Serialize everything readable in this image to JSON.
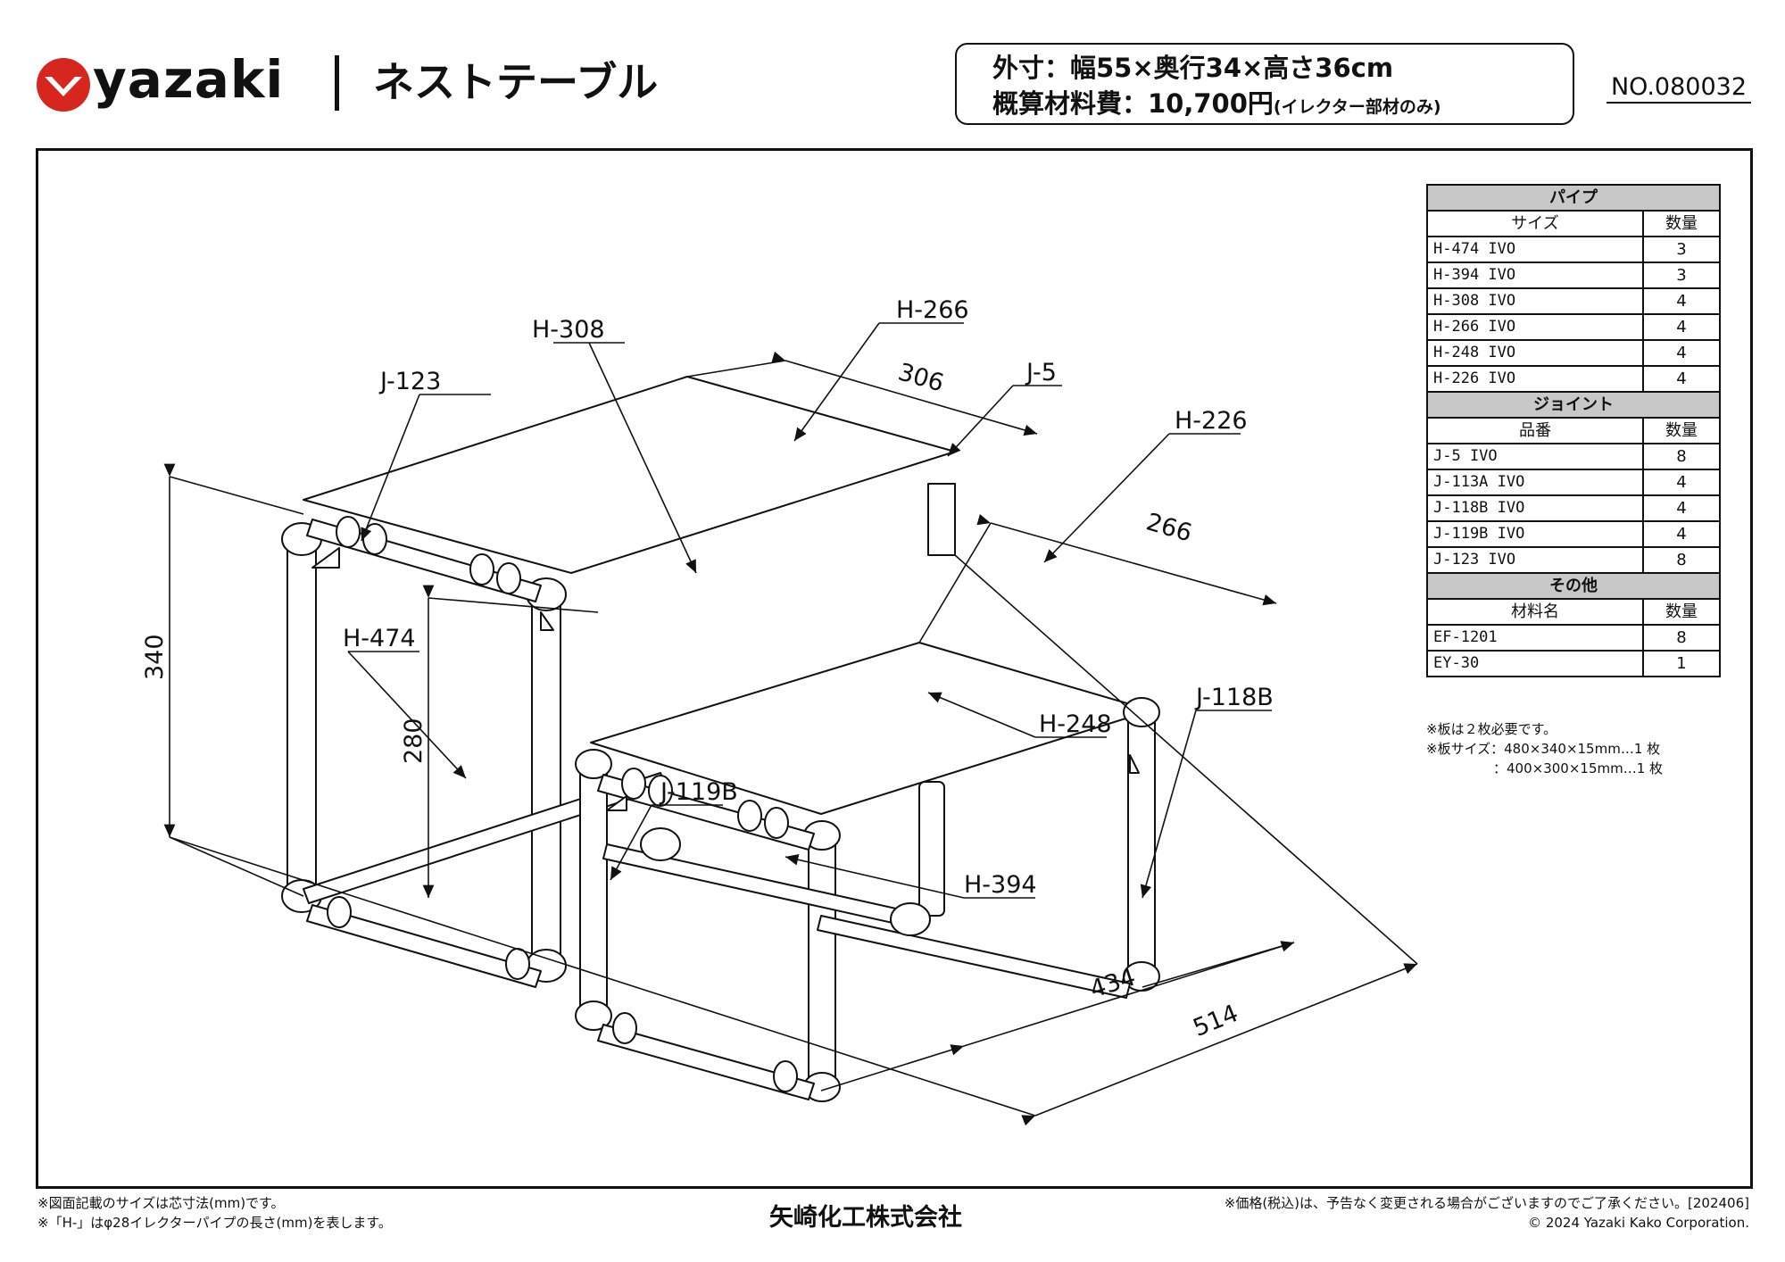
{
  "brand": {
    "logo_text": "yazaki",
    "color": "#d7261e"
  },
  "product": {
    "title": "ネストテーブル"
  },
  "spec": {
    "dimensions": "外寸：幅55×奥行34×高さ36cm",
    "price_label": "概算材料費：10,700円",
    "price_note": "(イレクター部材のみ)"
  },
  "doc_number": "NO.080032",
  "drawing": {
    "labels": {
      "j123": "J-123",
      "h308": "H-308",
      "h266": "H-266",
      "j5": "J-5",
      "h226": "H-226",
      "h474": "H-474",
      "h248": "H-248",
      "j118b": "J-118B",
      "j119b": "J-119B",
      "h394": "H-394"
    },
    "dims": {
      "w306": "306",
      "w266": "266",
      "h340": "340",
      "h280": "280",
      "d434": "434",
      "d514": "514"
    }
  },
  "parts_table": {
    "pipe_title": "パイプ",
    "pipe_headers": [
      "サイズ",
      "数量"
    ],
    "pipes": [
      {
        "name": "H-474 IVO",
        "qty": "3"
      },
      {
        "name": "H-394 IVO",
        "qty": "3"
      },
      {
        "name": "H-308 IVO",
        "qty": "4"
      },
      {
        "name": "H-266 IVO",
        "qty": "4"
      },
      {
        "name": "H-248 IVO",
        "qty": "4"
      },
      {
        "name": "H-226 IVO",
        "qty": "4"
      }
    ],
    "joint_title": "ジョイント",
    "joint_headers": [
      "品番",
      "数量"
    ],
    "joints": [
      {
        "name": "J-5 IVO",
        "qty": "8"
      },
      {
        "name": "J-113A IVO",
        "qty": "4"
      },
      {
        "name": "J-118B IVO",
        "qty": "4"
      },
      {
        "name": "J-119B IVO",
        "qty": "4"
      },
      {
        "name": "J-123 IVO",
        "qty": "8"
      }
    ],
    "other_title": "その他",
    "other_headers": [
      "材料名",
      "数量"
    ],
    "others": [
      {
        "name": "EF-1201",
        "qty": "8"
      },
      {
        "name": "EY-30",
        "qty": "1"
      }
    ],
    "notes": [
      "※板は２枚必要です。",
      "※板サイズ：480×340×15mm…1 枚",
      "　　　　　：400×300×15mm…1 枚"
    ]
  },
  "footer": {
    "left1": "※図面記載のサイズは芯寸法(mm)です。",
    "left2": "※「H-」はφ28イレクターパイプの長さ(mm)を表します。",
    "company": "矢崎化工株式会社",
    "right1": "※価格(税込)は、予告なく変更される場合がございますのでご了承ください。[202406]",
    "right2": "© 2024 Yazaki Kako  Corporation."
  }
}
